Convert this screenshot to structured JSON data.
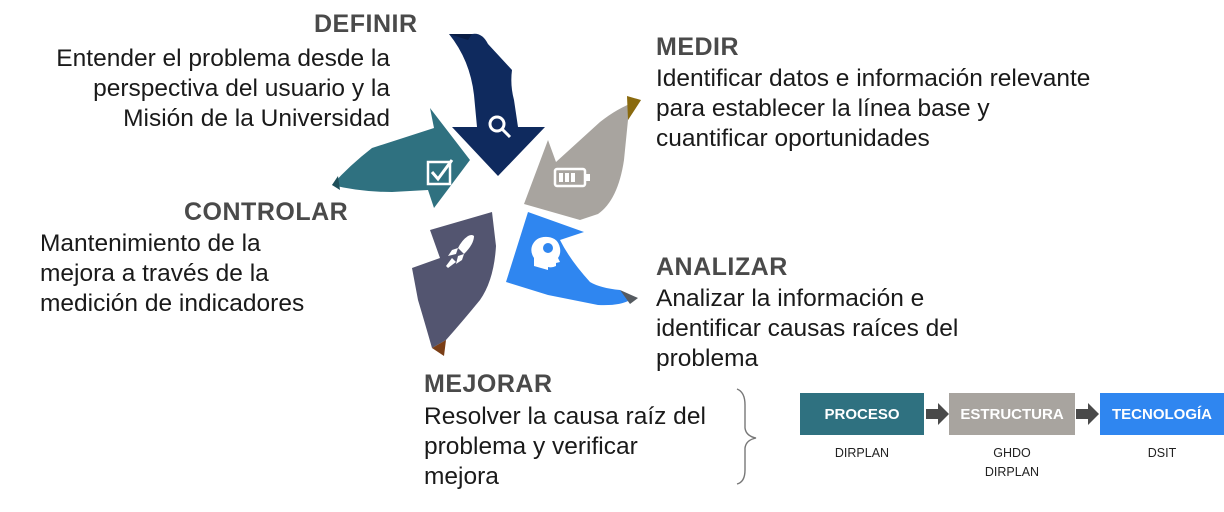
{
  "colors": {
    "definir": "#0f2a5e",
    "medir": "#a8a49f",
    "analizar": "#2f86f0",
    "mejorar": "#535570",
    "controlar": "#2f7180",
    "title_text": "#4a4a4a",
    "proceso": "#2f7180",
    "estructura": "#a8a49f",
    "tecnologia": "#2f86f0"
  },
  "icons": {
    "definir": "magnifier-icon",
    "medir": "battery-icon",
    "analizar": "brain-head-icon",
    "mejorar": "rocket-icon",
    "controlar": "checkbox-icon"
  },
  "stages": {
    "definir": {
      "title": "DEFINIR",
      "lines": [
        "Entender el problema desde la",
        "perspectiva del usuario y la",
        "Misión de la Universidad"
      ]
    },
    "medir": {
      "title": "MEDIR",
      "lines": [
        "Identificar datos e información relevante",
        "para establecer la línea base y",
        "cuantificar oportunidades"
      ]
    },
    "analizar": {
      "title": "ANALIZAR",
      "lines": [
        "Analizar la información e",
        "identificar causas raíces del",
        "problema"
      ]
    },
    "mejorar": {
      "title": "MEJORAR",
      "lines": [
        "Resolver la causa raíz del",
        "problema y verificar",
        "mejora"
      ]
    },
    "controlar": {
      "title": "CONTROLAR",
      "lines": [
        "Mantenimiento de la",
        "mejora a través de la",
        "medición de indicadores"
      ]
    }
  },
  "flow": {
    "steps": [
      {
        "label": "PROCESO",
        "owners": [
          "DIRPLAN"
        ]
      },
      {
        "label": "ESTRUCTURA",
        "owners": [
          "GHDO",
          "DIRPLAN"
        ]
      },
      {
        "label": "TECNOLOGÍA",
        "owners": [
          "DSIT"
        ]
      }
    ]
  }
}
